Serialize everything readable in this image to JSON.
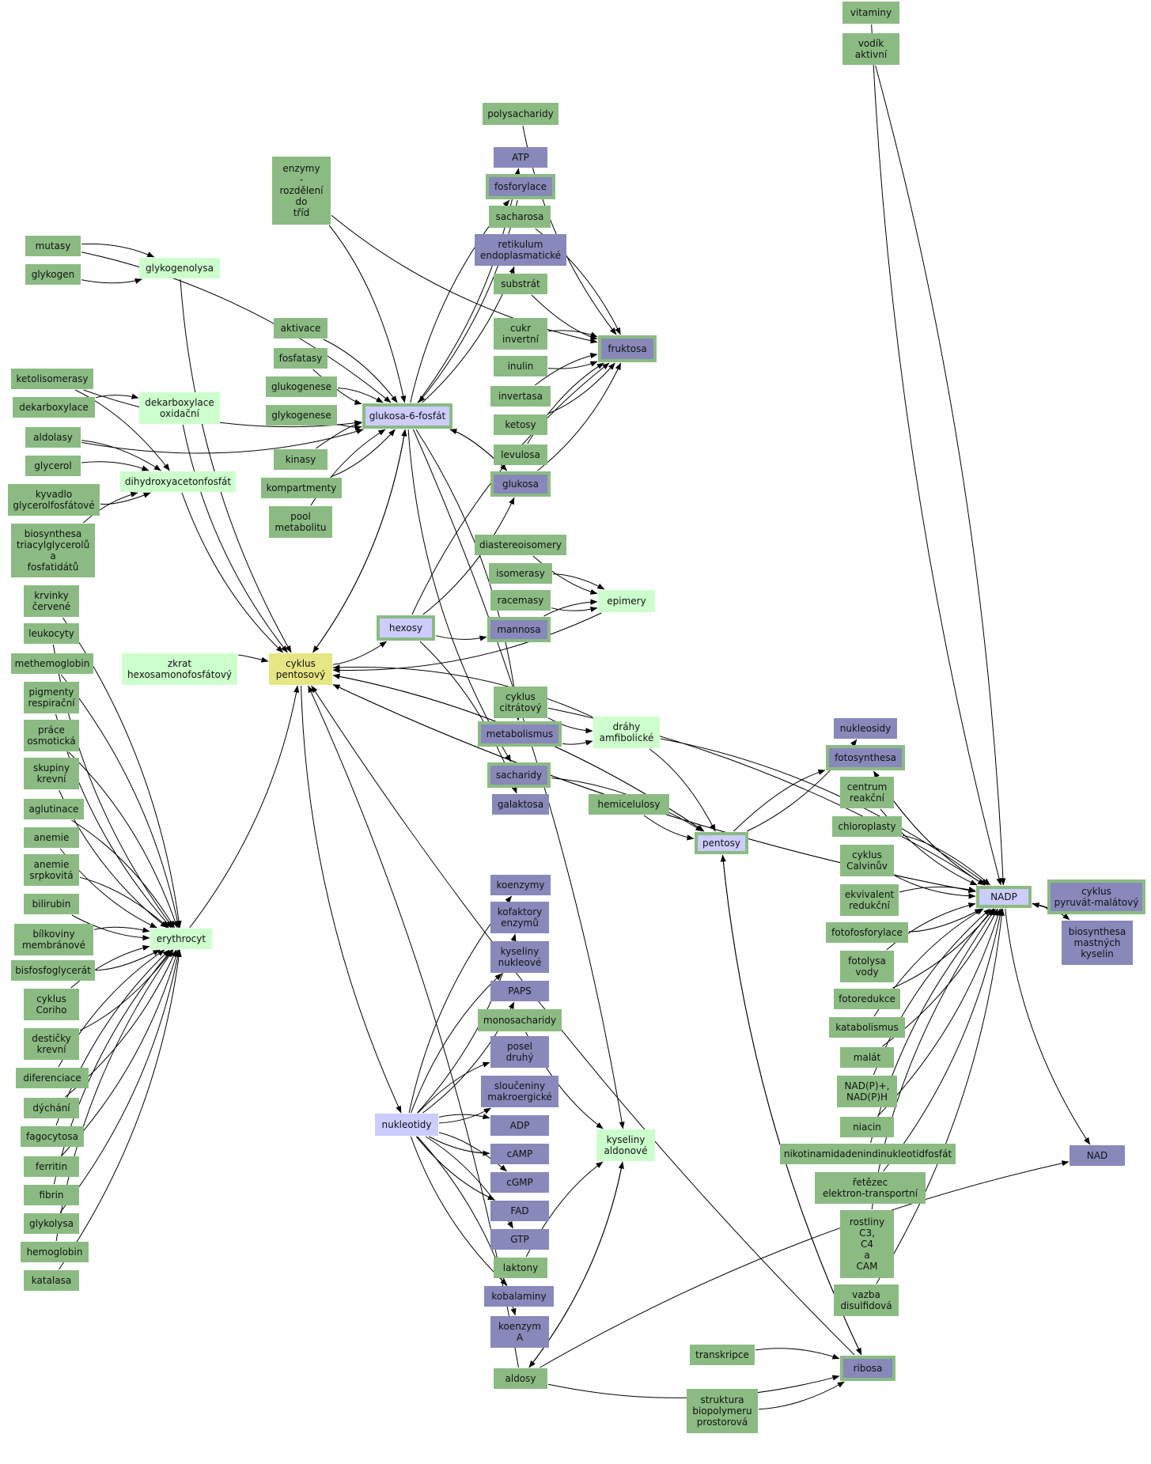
{
  "colors": {
    "concept": "#8bbb83",
    "bright": "#ccffcc",
    "center": "#e6e685",
    "blue": "#8888bb",
    "lavender": "#ccccff",
    "edge": "#000000",
    "text": "#111111"
  },
  "nodes": [
    {
      "id": "vitaminy",
      "label": "vitaminy",
      "t": "concept"
    },
    {
      "id": "vodik",
      "label": "vodík\naktivní",
      "t": "concept"
    },
    {
      "id": "polysacharidy",
      "label": "polysacharidy",
      "t": "concept"
    },
    {
      "id": "atp",
      "label": "ATP",
      "t": "blue"
    },
    {
      "id": "enzymy",
      "label": "enzymy\n-\nrozdělení\ndo\ntříd",
      "t": "concept"
    },
    {
      "id": "fosforylace",
      "label": "fosforylace",
      "t": "blue_b"
    },
    {
      "id": "sacharosa",
      "label": "sacharosa",
      "t": "concept"
    },
    {
      "id": "retikulum",
      "label": "retikulum\nendoplasmatické",
      "t": "blue"
    },
    {
      "id": "mutasy",
      "label": "mutasy",
      "t": "concept"
    },
    {
      "id": "glykogen",
      "label": "glykogen",
      "t": "concept"
    },
    {
      "id": "glykogenolysa",
      "label": "glykogenolysa",
      "t": "bright"
    },
    {
      "id": "substrat",
      "label": "substrát",
      "t": "concept"
    },
    {
      "id": "aktivace",
      "label": "aktivace",
      "t": "concept"
    },
    {
      "id": "cukr",
      "label": "cukr\ninvertní",
      "t": "concept"
    },
    {
      "id": "fruktosa",
      "label": "fruktosa",
      "t": "blue_b"
    },
    {
      "id": "fosfatasy",
      "label": "fosfatasy",
      "t": "concept"
    },
    {
      "id": "inulin",
      "label": "inulin",
      "t": "concept"
    },
    {
      "id": "ketolisomerasy",
      "label": "ketolisomerasy",
      "t": "concept"
    },
    {
      "id": "glukogenese",
      "label": "glukogenese",
      "t": "concept"
    },
    {
      "id": "invertasa",
      "label": "invertasa",
      "t": "concept"
    },
    {
      "id": "dekarboxylace",
      "label": "dekarboxylace",
      "t": "concept"
    },
    {
      "id": "dekarbox_ox",
      "label": "dekarboxylace\noxidační",
      "t": "bright"
    },
    {
      "id": "glykogenese",
      "label": "glykogenese",
      "t": "concept"
    },
    {
      "id": "g6p",
      "label": "glukosa-6-fosfát",
      "t": "lavender_b"
    },
    {
      "id": "aldolasy",
      "label": "aldolasy",
      "t": "concept"
    },
    {
      "id": "ketosy",
      "label": "ketosy",
      "t": "concept"
    },
    {
      "id": "kinasy",
      "label": "kinasy",
      "t": "concept"
    },
    {
      "id": "levulosa",
      "label": "levulosa",
      "t": "concept"
    },
    {
      "id": "glycerol",
      "label": "glycerol",
      "t": "concept"
    },
    {
      "id": "dhap",
      "label": "dihydroxyacetonfosfát",
      "t": "bright"
    },
    {
      "id": "kompartmenty",
      "label": "kompartmenty",
      "t": "concept"
    },
    {
      "id": "glukosa",
      "label": "glukosa",
      "t": "blue_b"
    },
    {
      "id": "kyvadlo",
      "label": "kyvadlo\nglycerolfosfátové",
      "t": "concept"
    },
    {
      "id": "pool",
      "label": "pool\nmetabolitu",
      "t": "concept"
    },
    {
      "id": "biosynthesa_tri",
      "label": "biosynthesa\ntriacylglycerolů\na\nfosfatidátů",
      "t": "concept"
    },
    {
      "id": "diastereoisomery",
      "label": "diastereoisomery",
      "t": "concept"
    },
    {
      "id": "isomerasy",
      "label": "isomerasy",
      "t": "concept"
    },
    {
      "id": "krvinky",
      "label": "krvinky\nčervené",
      "t": "concept"
    },
    {
      "id": "racemasy",
      "label": "racemasy",
      "t": "concept"
    },
    {
      "id": "epimery",
      "label": "epimery",
      "t": "bright"
    },
    {
      "id": "hexosy",
      "label": "hexosy",
      "t": "lavender_b"
    },
    {
      "id": "mannosa",
      "label": "mannosa",
      "t": "blue_b"
    },
    {
      "id": "leukocyty",
      "label": "leukocyty",
      "t": "concept"
    },
    {
      "id": "zkrat",
      "label": "zkrat\nhexosamonofosfátový",
      "t": "bright"
    },
    {
      "id": "cyklus_pent",
      "label": "cyklus\npentosový",
      "t": "center"
    },
    {
      "id": "methemoglobin",
      "label": "methemoglobin",
      "t": "concept"
    },
    {
      "id": "pigmenty",
      "label": "pigmenty\nrespirační",
      "t": "concept"
    },
    {
      "id": "cyklus_citr",
      "label": "cyklus\ncitrátový",
      "t": "concept"
    },
    {
      "id": "metabolismus",
      "label": "metabolismus",
      "t": "blue_b"
    },
    {
      "id": "drahy",
      "label": "dráhy\namfibolické",
      "t": "bright"
    },
    {
      "id": "nukleosidy",
      "label": "nukleosidy",
      "t": "blue"
    },
    {
      "id": "prace",
      "label": "práce\nosmotická",
      "t": "concept"
    },
    {
      "id": "fotosynthesa",
      "label": "fotosynthesa",
      "t": "blue_b"
    },
    {
      "id": "skupiny",
      "label": "skupiny\nkrevní",
      "t": "concept"
    },
    {
      "id": "sacharidy",
      "label": "sacharidy",
      "t": "blue_b"
    },
    {
      "id": "centrum",
      "label": "centrum\nreakční",
      "t": "concept"
    },
    {
      "id": "aglutinace",
      "label": "aglutinace",
      "t": "concept"
    },
    {
      "id": "galaktosa",
      "label": "galaktosa",
      "t": "blue"
    },
    {
      "id": "hemicelulosy",
      "label": "hemicelulosy",
      "t": "concept"
    },
    {
      "id": "chloroplasty",
      "label": "chloroplasty",
      "t": "concept"
    },
    {
      "id": "anemie",
      "label": "anemie",
      "t": "concept"
    },
    {
      "id": "pentosy",
      "label": "pentosy",
      "t": "lavender_b"
    },
    {
      "id": "anemie_srp",
      "label": "anemie\nsrpkovitá",
      "t": "concept"
    },
    {
      "id": "cyklus_calv",
      "label": "cyklus\nCalvinův",
      "t": "concept"
    },
    {
      "id": "koenzymy",
      "label": "koenzymy",
      "t": "blue"
    },
    {
      "id": "bilirubin",
      "label": "bilirubin",
      "t": "concept"
    },
    {
      "id": "ekvivalent",
      "label": "ekvivalent\nredukční",
      "t": "concept"
    },
    {
      "id": "nadp",
      "label": "NADP",
      "t": "lavender_b"
    },
    {
      "id": "cyklus_pyr",
      "label": "cyklus\npyruvát-malátový",
      "t": "blue_b"
    },
    {
      "id": "kofaktory",
      "label": "kofaktory\nenzymů",
      "t": "blue"
    },
    {
      "id": "bilkoviny",
      "label": "bílkoviny\nmembránové",
      "t": "concept"
    },
    {
      "id": "erythrocyt",
      "label": "erythrocyt",
      "t": "bright"
    },
    {
      "id": "fotofosforylace",
      "label": "fotofosforylace",
      "t": "concept"
    },
    {
      "id": "biosynthesa_mk",
      "label": "biosynthesa\nmastných\nkyselin",
      "t": "blue"
    },
    {
      "id": "kyseliny_nukl",
      "label": "kyseliny\nnukleové",
      "t": "blue"
    },
    {
      "id": "bisfosfoglycerat",
      "label": "bisfosfoglycerát",
      "t": "concept"
    },
    {
      "id": "fotolysa",
      "label": "fotolysa\nvody",
      "t": "concept"
    },
    {
      "id": "paps",
      "label": "PAPS",
      "t": "blue"
    },
    {
      "id": "cyklus_cori",
      "label": "cyklus\nCoriho",
      "t": "concept"
    },
    {
      "id": "monosacharidy",
      "label": "monosacharidy",
      "t": "concept"
    },
    {
      "id": "fotoredukce",
      "label": "fotoredukce",
      "t": "concept"
    },
    {
      "id": "desticky",
      "label": "destičky\nkrevní",
      "t": "concept"
    },
    {
      "id": "katabolismus",
      "label": "katabolismus",
      "t": "concept"
    },
    {
      "id": "posel",
      "label": "posel\ndruhý",
      "t": "blue"
    },
    {
      "id": "malat",
      "label": "malát",
      "t": "concept"
    },
    {
      "id": "diferenciace",
      "label": "diferenciace",
      "t": "concept"
    },
    {
      "id": "slouceniny",
      "label": "sloučeniny\nmakroergické",
      "t": "blue"
    },
    {
      "id": "nadph",
      "label": "NAD(P)+,\nNAD(P)H",
      "t": "concept"
    },
    {
      "id": "dychani",
      "label": "dýchání",
      "t": "concept"
    },
    {
      "id": "nukleotidy",
      "label": "nukleotidy",
      "t": "lavender"
    },
    {
      "id": "adp",
      "label": "ADP",
      "t": "blue"
    },
    {
      "id": "niacin",
      "label": "niacin",
      "t": "concept"
    },
    {
      "id": "kyseliny_ald",
      "label": "kyseliny\naldonové",
      "t": "bright"
    },
    {
      "id": "fagocytosa",
      "label": "fagocytosa",
      "t": "concept"
    },
    {
      "id": "camp",
      "label": "cAMP",
      "t": "blue"
    },
    {
      "id": "nikotin",
      "label": "nikotinamidadenindinukleotidfosfát",
      "t": "concept"
    },
    {
      "id": "nad",
      "label": "NAD",
      "t": "blue"
    },
    {
      "id": "ferritin",
      "label": "ferritin",
      "t": "concept"
    },
    {
      "id": "cgmp",
      "label": "cGMP",
      "t": "blue"
    },
    {
      "id": "retezec",
      "label": "řetězec\nelektron-transportní",
      "t": "concept"
    },
    {
      "id": "fibrin",
      "label": "fibrin",
      "t": "concept"
    },
    {
      "id": "fad",
      "label": "FAD",
      "t": "blue"
    },
    {
      "id": "rostliny",
      "label": "rostliny\nC3,\nC4\na\nCAM",
      "t": "concept"
    },
    {
      "id": "glykolysa",
      "label": "glykolysa",
      "t": "concept"
    },
    {
      "id": "gtp",
      "label": "GTP",
      "t": "blue"
    },
    {
      "id": "hemoglobin",
      "label": "hemoglobin",
      "t": "concept"
    },
    {
      "id": "laktony",
      "label": "laktony",
      "t": "concept"
    },
    {
      "id": "katalasa",
      "label": "katalasa",
      "t": "concept"
    },
    {
      "id": "kobalaminy",
      "label": "kobalaminy",
      "t": "blue"
    },
    {
      "id": "vazba",
      "label": "vazba\ndisulfidová",
      "t": "concept"
    },
    {
      "id": "koenzym_a",
      "label": "koenzym\nA",
      "t": "blue"
    },
    {
      "id": "transkripce",
      "label": "transkripce",
      "t": "concept"
    },
    {
      "id": "ribosa",
      "label": "ribosa",
      "t": "blue_b"
    },
    {
      "id": "aldosy",
      "label": "aldosy",
      "t": "concept"
    },
    {
      "id": "struktura",
      "label": "struktura\nbiopolymeru\nprostorová",
      "t": "concept"
    }
  ],
  "edges": [
    [
      "mutasy",
      "glykogenolysa"
    ],
    [
      "glykogen",
      "glykogenolysa"
    ],
    [
      "mutasy",
      "g6p"
    ],
    [
      "glykogenolysa",
      "cyklus_pent"
    ],
    [
      "ketolisomerasy",
      "dhap"
    ],
    [
      "ketolisomerasy",
      "g6p"
    ],
    [
      "dekarboxylace",
      "dekarbox_ox"
    ],
    [
      "dekarbox_ox",
      "cyklus_pent"
    ],
    [
      "aldolasy",
      "dhap"
    ],
    [
      "aldolasy",
      "g6p"
    ],
    [
      "glycerol",
      "dhap"
    ],
    [
      "kyvadlo",
      "dhap"
    ],
    [
      "biosynthesa_tri",
      "dhap"
    ],
    [
      "dhap",
      "cyklus_pent"
    ],
    [
      "zkrat",
      "cyklus_pent"
    ],
    [
      "erythrocyt",
      "cyklus_pent"
    ],
    [
      "enzymy",
      "g6p"
    ],
    [
      "enzymy",
      "fruktosa"
    ],
    [
      "aktivace",
      "g6p"
    ],
    [
      "fosfatasy",
      "g6p"
    ],
    [
      "glukogenese",
      "g6p"
    ],
    [
      "glykogenese",
      "g6p"
    ],
    [
      "kinasy",
      "g6p"
    ],
    [
      "kompartmenty",
      "g6p"
    ],
    [
      "pool",
      "g6p"
    ],
    [
      "g6p",
      "atp"
    ],
    [
      "g6p",
      "fosforylace"
    ],
    [
      "g6p",
      "retikulum"
    ],
    [
      "fosforylace",
      "g6p"
    ],
    [
      "polysacharidy",
      "fruktosa"
    ],
    [
      "sacharosa",
      "fruktosa"
    ],
    [
      "substrat",
      "fruktosa"
    ],
    [
      "cukr",
      "fruktosa"
    ],
    [
      "inulin",
      "fruktosa"
    ],
    [
      "invertasa",
      "fruktosa"
    ],
    [
      "ketosy",
      "fruktosa"
    ],
    [
      "levulosa",
      "fruktosa"
    ],
    [
      "glukosa",
      "fruktosa"
    ],
    [
      "g6p",
      "glukosa"
    ],
    [
      "glukosa",
      "g6p"
    ],
    [
      "g6p",
      "cyklus_pent"
    ],
    [
      "cyklus_pent",
      "g6p"
    ],
    [
      "g6p",
      "metabolismus"
    ],
    [
      "g6p",
      "sacharidy"
    ],
    [
      "g6p",
      "kyseliny_ald"
    ],
    [
      "diastereoisomery",
      "epimery"
    ],
    [
      "isomerasy",
      "epimery"
    ],
    [
      "racemasy",
      "epimery"
    ],
    [
      "mannosa",
      "epimery"
    ],
    [
      "hexosy",
      "mannosa"
    ],
    [
      "hexosy",
      "galaktosa"
    ],
    [
      "hexosy",
      "glukosa"
    ],
    [
      "hexosy",
      "fruktosa"
    ],
    [
      "cyklus_pent",
      "hexosy"
    ],
    [
      "epimery",
      "cyklus_pent"
    ],
    [
      "cyklus_citr",
      "drahy"
    ],
    [
      "cyklus_citr",
      "nadp"
    ],
    [
      "metabolismus",
      "drahy"
    ],
    [
      "drahy",
      "pentosy"
    ],
    [
      "drahy",
      "cyklus_pent"
    ],
    [
      "drahy",
      "nadp"
    ],
    [
      "hemicelulosy",
      "pentosy"
    ],
    [
      "sacharidy",
      "pentosy"
    ],
    [
      "pentosy",
      "cyklus_pent"
    ],
    [
      "cyklus_pent",
      "pentosy"
    ],
    [
      "pentosy",
      "nukleosidy"
    ],
    [
      "pentosy",
      "fotosynthesa"
    ],
    [
      "pentosy",
      "ribosa"
    ],
    [
      "ribosa",
      "pentosy"
    ],
    [
      "cyklus_pent",
      "nadp"
    ],
    [
      "nadp",
      "cyklus_pent"
    ],
    [
      "vitaminy",
      "nadp"
    ],
    [
      "vodik",
      "nadp"
    ],
    [
      "fotosynthesa",
      "nadp"
    ],
    [
      "nadp",
      "fotosynthesa"
    ],
    [
      "centrum",
      "nadp"
    ],
    [
      "chloroplasty",
      "nadp"
    ],
    [
      "cyklus_calv",
      "nadp"
    ],
    [
      "ekvivalent",
      "nadp"
    ],
    [
      "fotofosforylace",
      "nadp"
    ],
    [
      "fotolysa",
      "nadp"
    ],
    [
      "fotoredukce",
      "nadp"
    ],
    [
      "katabolismus",
      "nadp"
    ],
    [
      "malat",
      "nadp"
    ],
    [
      "nadph",
      "nadp"
    ],
    [
      "niacin",
      "nadp"
    ],
    [
      "nikotin",
      "nadp"
    ],
    [
      "retezec",
      "nadp"
    ],
    [
      "rostliny",
      "nadp"
    ],
    [
      "vazba",
      "nadp"
    ],
    [
      "cyklus_pyr",
      "nadp"
    ],
    [
      "nadp",
      "cyklus_pyr"
    ],
    [
      "nadp",
      "biosynthesa_mk"
    ],
    [
      "nadp",
      "nad"
    ],
    [
      "aldosy",
      "nad"
    ],
    [
      "cyklus_pent",
      "nukleotidy"
    ],
    [
      "nukleotidy",
      "koenzymy"
    ],
    [
      "nukleotidy",
      "kofaktory"
    ],
    [
      "nukleotidy",
      "kyseliny_nukl"
    ],
    [
      "nukleotidy",
      "paps"
    ],
    [
      "nukleotidy",
      "posel"
    ],
    [
      "nukleotidy",
      "slouceniny"
    ],
    [
      "nukleotidy",
      "adp"
    ],
    [
      "nukleotidy",
      "camp"
    ],
    [
      "nukleotidy",
      "cgmp"
    ],
    [
      "nukleotidy",
      "fad"
    ],
    [
      "nukleotidy",
      "gtp"
    ],
    [
      "nukleotidy",
      "kobalaminy"
    ],
    [
      "nukleotidy",
      "koenzym_a"
    ],
    [
      "monosacharidy",
      "kyseliny_ald"
    ],
    [
      "laktony",
      "kyseliny_ald"
    ],
    [
      "aldosy",
      "kyseliny_ald"
    ],
    [
      "kyseliny_ald",
      "aldosy"
    ],
    [
      "aldosy",
      "ribosa"
    ],
    [
      "transkripce",
      "ribosa"
    ],
    [
      "struktura",
      "ribosa"
    ],
    [
      "ribosa",
      "cyklus_pent"
    ],
    [
      "aldosy",
      "cyklus_pent"
    ],
    [
      "krvinky",
      "erythrocyt"
    ],
    [
      "leukocyty",
      "erythrocyt"
    ],
    [
      "methemoglobin",
      "erythrocyt"
    ],
    [
      "pigmenty",
      "erythrocyt"
    ],
    [
      "prace",
      "erythrocyt"
    ],
    [
      "skupiny",
      "erythrocyt"
    ],
    [
      "aglutinace",
      "erythrocyt"
    ],
    [
      "anemie",
      "erythrocyt"
    ],
    [
      "anemie_srp",
      "erythrocyt"
    ],
    [
      "bilirubin",
      "erythrocyt"
    ],
    [
      "bilkoviny",
      "erythrocyt"
    ],
    [
      "bisfosfoglycerat",
      "erythrocyt"
    ],
    [
      "cyklus_cori",
      "erythrocyt"
    ],
    [
      "desticky",
      "erythrocyt"
    ],
    [
      "diferenciace",
      "erythrocyt"
    ],
    [
      "dychani",
      "erythrocyt"
    ],
    [
      "fagocytosa",
      "erythrocyt"
    ],
    [
      "ferritin",
      "erythrocyt"
    ],
    [
      "fibrin",
      "erythrocyt"
    ],
    [
      "glykolysa",
      "erythrocyt"
    ],
    [
      "hemoglobin",
      "erythrocyt"
    ],
    [
      "katalasa",
      "erythrocyt"
    ]
  ]
}
